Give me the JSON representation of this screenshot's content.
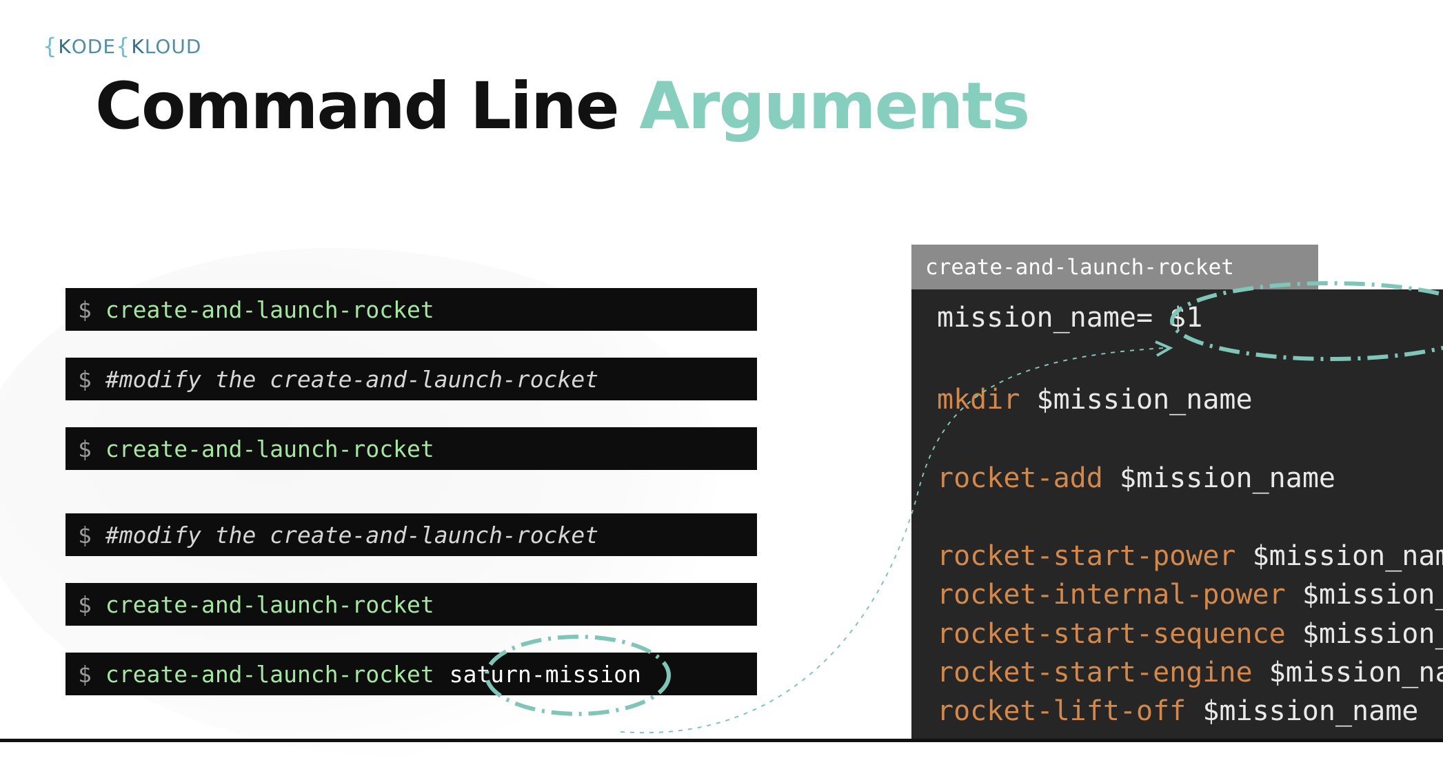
{
  "logo": {
    "text_left": "K",
    "text_mid": "ODE",
    "text_k2": "K",
    "text_right": "LOUD"
  },
  "title": {
    "main": "Command Line",
    "accent": "Arguments"
  },
  "terminal": {
    "prompt": "$",
    "lines": [
      {
        "kind": "cmd",
        "text": "create-and-launch-rocket"
      },
      {
        "kind": "comment",
        "text": "#modify the create-and-launch-rocket"
      },
      {
        "kind": "cmd",
        "text": "create-and-launch-rocket"
      },
      {
        "kind": "comment",
        "text": "#modify the create-and-launch-rocket"
      },
      {
        "kind": "cmd",
        "text": "create-and-launch-rocket"
      },
      {
        "kind": "cmd",
        "text": "create-and-launch-rocket",
        "arg": "saturn-mission"
      }
    ]
  },
  "editor": {
    "tab_label": "create-and-launch-rocket",
    "lines": [
      {
        "a": "mission_name",
        "a_class": "var",
        "b": "= $1",
        "b_class": "plain"
      },
      {
        "a": "mkdir",
        "a_class": "kw",
        "b": " $mission_name",
        "b_class": "var"
      },
      {
        "a": "rocket-add",
        "a_class": "kw",
        "b": " $mission_name",
        "b_class": "var"
      },
      {
        "a": "rocket-start-power",
        "a_class": "kw",
        "b": " $mission_name",
        "b_class": "var"
      },
      {
        "a": "rocket-internal-power",
        "a_class": "kw",
        "b": " $mission_name",
        "b_class": "var"
      },
      {
        "a": "rocket-start-sequence",
        "a_class": "kw",
        "b": " $mission_name",
        "b_class": "var"
      },
      {
        "a": "rocket-start-engine",
        "a_class": "kw",
        "b": " $mission_name",
        "b_class": "var"
      },
      {
        "a": "rocket-lift-off",
        "a_class": "kw",
        "b": " $mission_name",
        "b_class": "var"
      }
    ]
  },
  "colors": {
    "accent": "#86cfbf",
    "cmd_green": "#a5e6a1",
    "keyword_orange": "#d4884a",
    "annotation": "#7fc6b8"
  }
}
